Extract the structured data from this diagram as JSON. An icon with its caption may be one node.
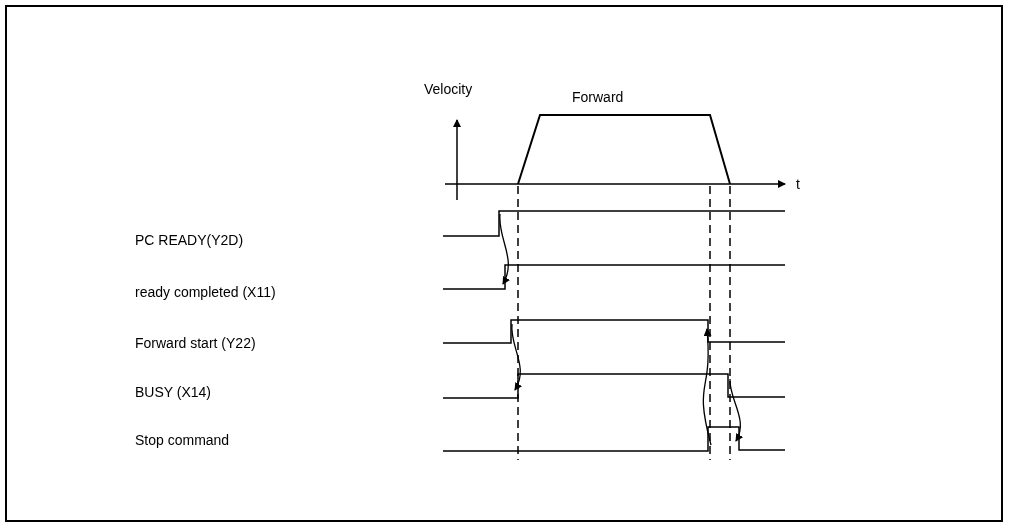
{
  "diagram": {
    "labels": [
      "Velocity",
      "Forward",
      "t",
      "PC READY(Y2D)",
      "ready completed (X11)",
      "Forward start (Y22)",
      "BUSY (X14)",
      "Stop command"
    ]
  }
}
